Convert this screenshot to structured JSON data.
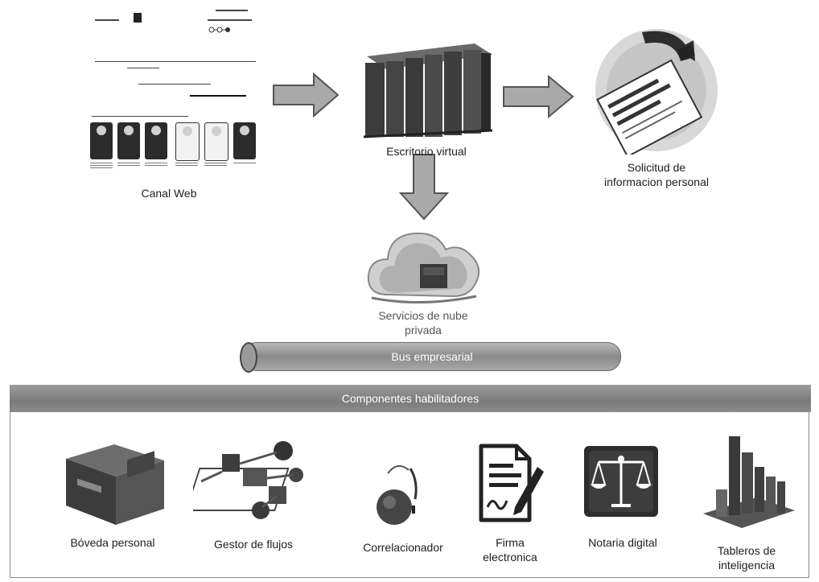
{
  "nodes": {
    "web": "Canal Web",
    "desktop": "Escritorio virtual",
    "request": [
      "Solicitud de",
      "informacion personal"
    ],
    "cloud": [
      "Servicios de nube",
      "privada"
    ]
  },
  "arrows": {
    "web_to_desktop": "",
    "desktop_to_request": "",
    "desktop_to_cloud": ""
  },
  "bus": "Bus empresarial",
  "components": {
    "title": "Componentes habilitadores",
    "items": [
      {
        "label": "Bóveda personal"
      },
      {
        "label": "Gestor de flujos"
      },
      {
        "label": "Correlacionador"
      },
      {
        "label": [
          "Firma",
          "electronica"
        ]
      },
      {
        "label": "Notaria digital"
      },
      {
        "label": [
          "Tableros de",
          "inteligencia"
        ]
      }
    ]
  },
  "colors": {
    "bar": "#8a8a8a",
    "accent_red": "#d9342b",
    "dark": "#2a2a2a"
  }
}
